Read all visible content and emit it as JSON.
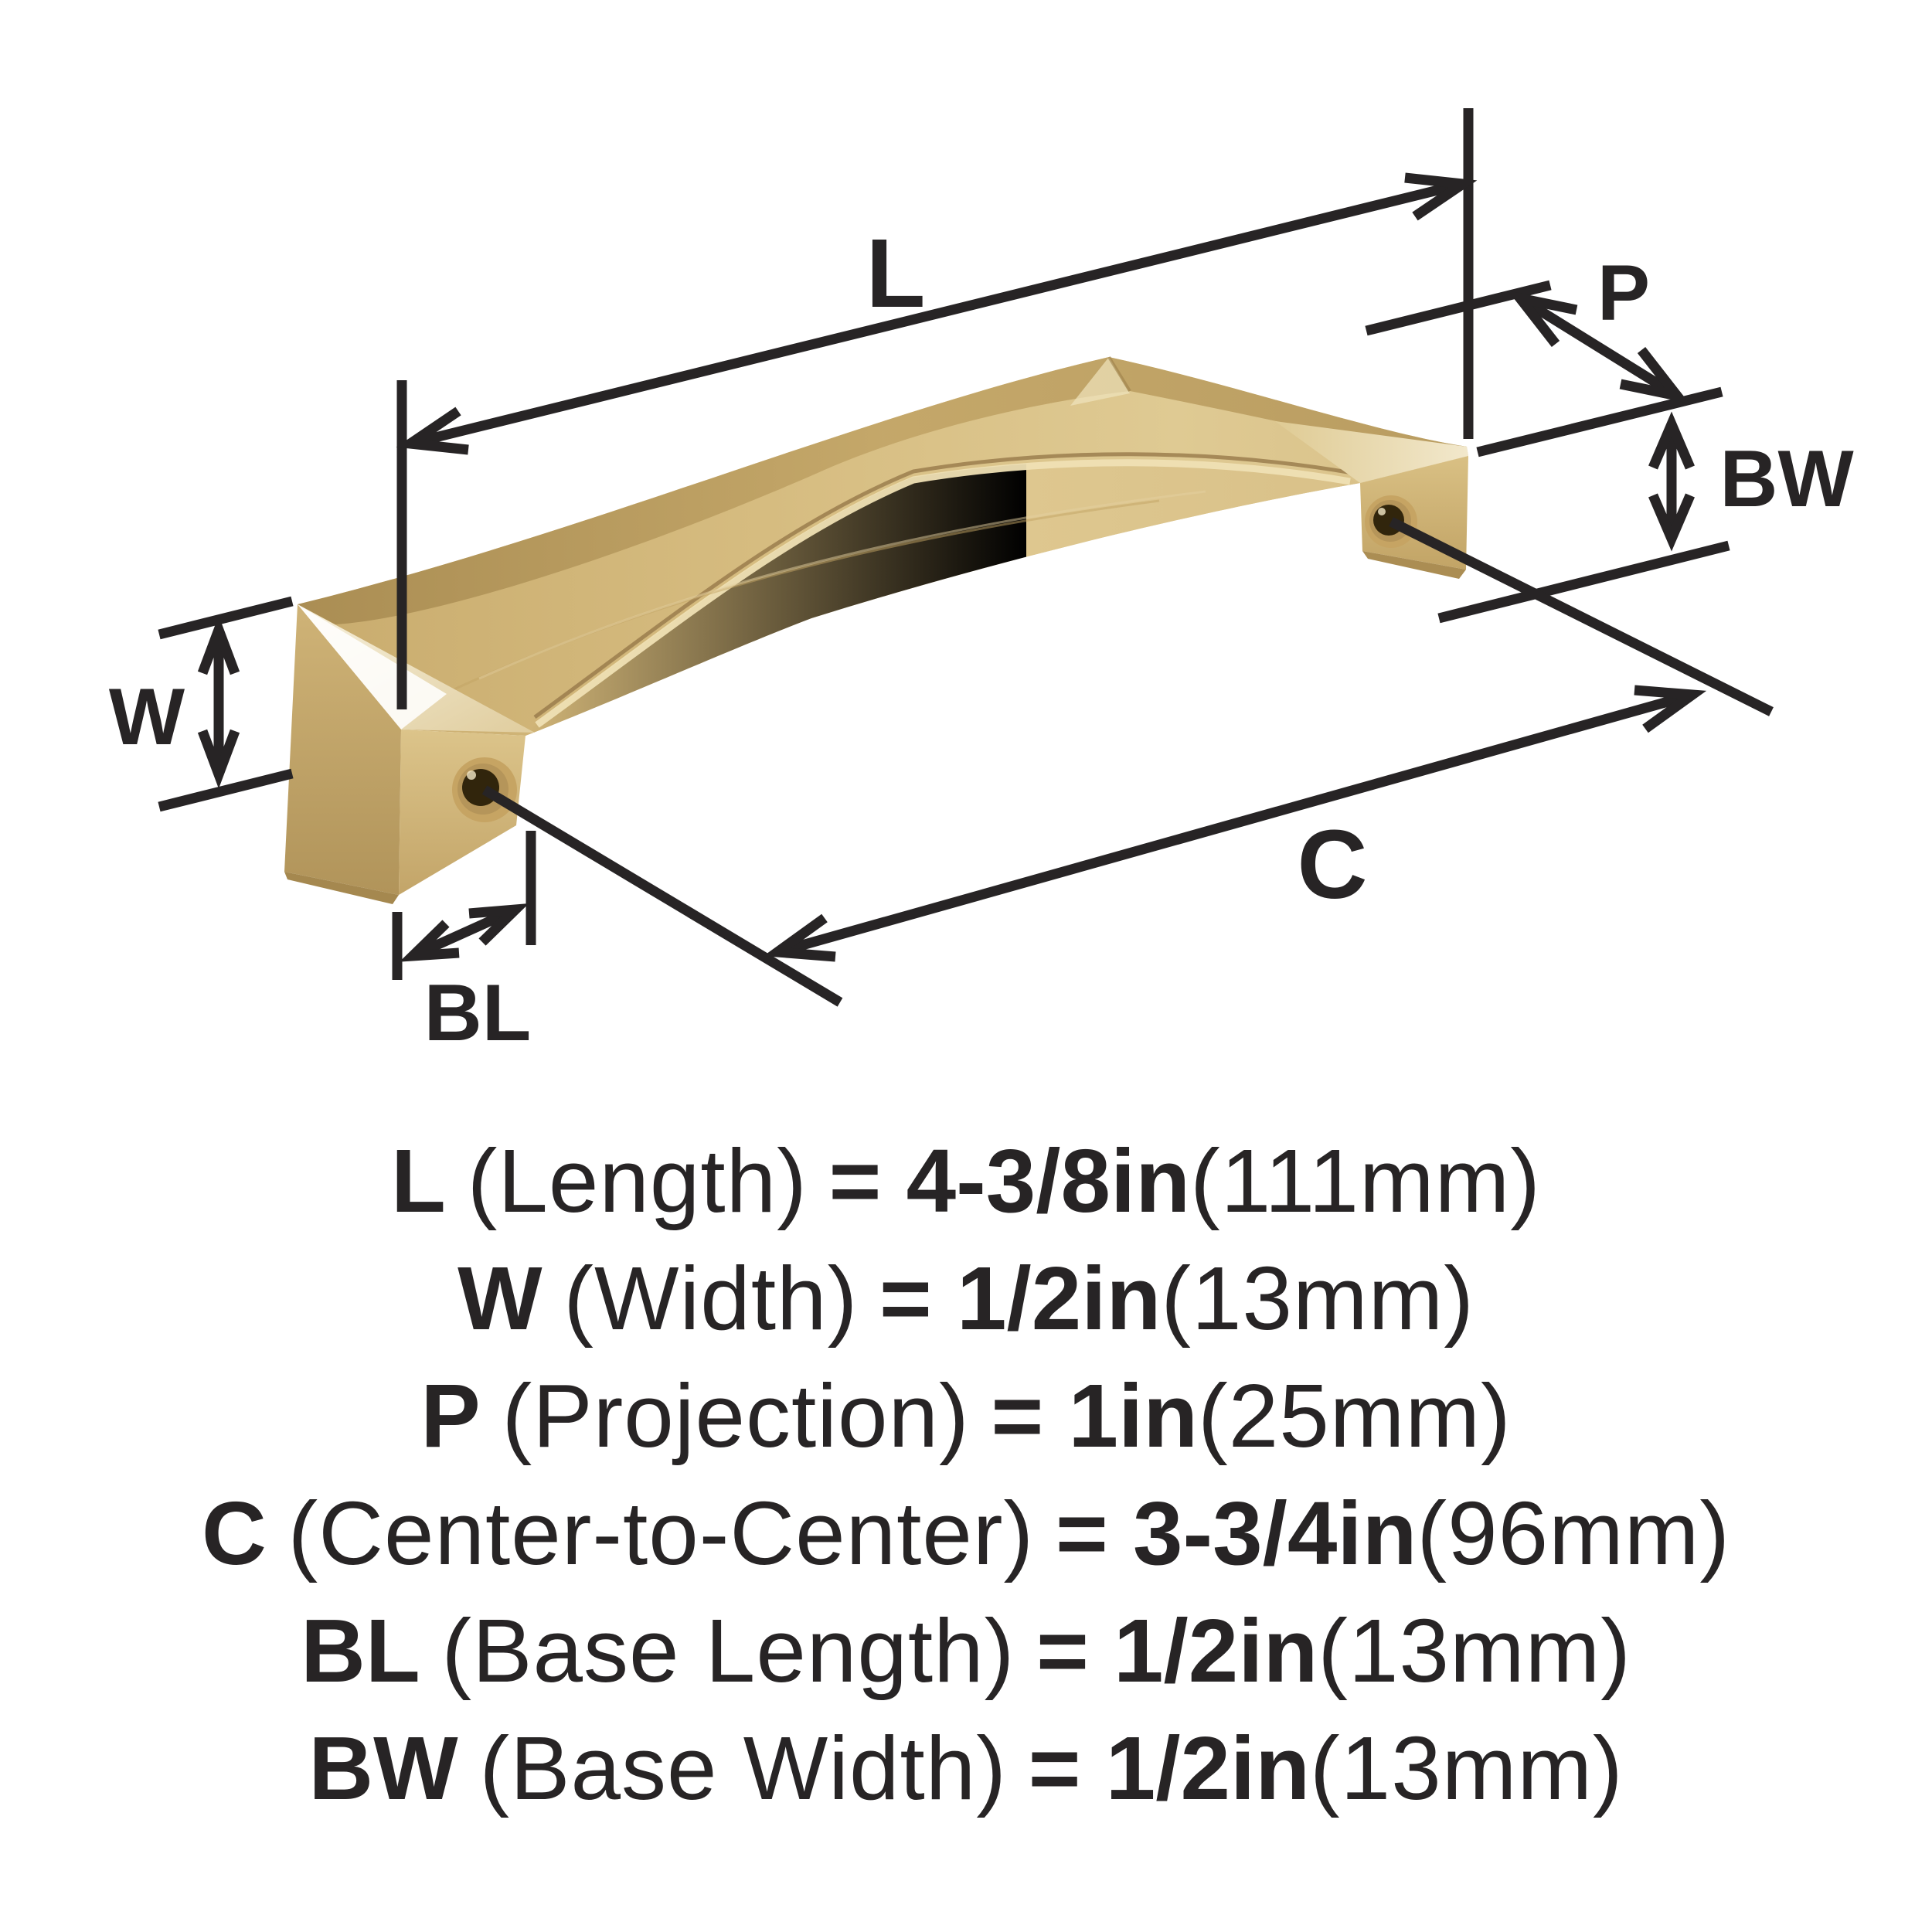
{
  "image_type": "product dimension diagram",
  "product": "angular arch cabinet pull handle, champagne bronze finish",
  "colors": {
    "background": "#ffffff",
    "ink": "#272425",
    "brass_lightest": "#f3ead2",
    "brass_light": "#e4d0a0",
    "brass_mid": "#d4b87c",
    "brass_dark": "#b3955c",
    "brass_shadow": "#9c8049",
    "hole_dark": "#31250c"
  },
  "diagram": {
    "labels": {
      "length": "L",
      "projection": "P",
      "base_width": "BW",
      "width": "W",
      "center_to_center": "C",
      "base_length": "BL"
    }
  },
  "specs": [
    {
      "code": "L",
      "name": "(Length)",
      "value": "= 4-3/8in",
      "metric": "(111mm)"
    },
    {
      "code": "W",
      "name": "(Width)",
      "value": "= 1/2in",
      "metric": "(13mm)"
    },
    {
      "code": "P",
      "name": "(Projection)",
      "value": "= 1in",
      "metric": "(25mm)"
    },
    {
      "code": "C",
      "name": "(Center-to-Center)",
      "value": "= 3-3/4in",
      "metric": "(96mm)"
    },
    {
      "code": "BL",
      "name": "(Base Length)",
      "value": "= 1/2in",
      "metric": "(13mm)"
    },
    {
      "code": "BW",
      "name": "(Base Width)",
      "value": "= 1/2in",
      "metric": "(13mm)"
    }
  ]
}
